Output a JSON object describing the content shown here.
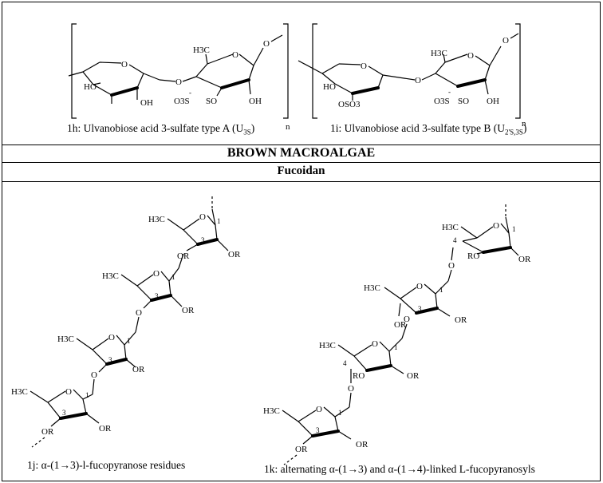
{
  "sections": {
    "brown_macroalgae": "BROWN MACROALGAE",
    "fucoidan": "Fucoidan"
  },
  "captions": {
    "h_prefix": "1h: Ulvanobiose acid 3-sulfate type A (U",
    "h_sub": "3S",
    "h_suffix": ")",
    "i_prefix": "1i: Ulvanobiose acid 3-sulfate type B (U",
    "i_sub": "2'S,3S",
    "i_suffix": ")",
    "j": "1j: α-(1→3)-l-fucopyranose residues",
    "k": "1k: alternating α-(1→3) and α-(1→4)-linked L-fucopyranosyls"
  },
  "atoms": {
    "O": "O",
    "HO": "HO",
    "OH": "OH",
    "n": "n",
    "H3C": "H3C",
    "O3S": "O3S",
    "SO": "SO",
    "OSO3": "OSO3",
    "OR": "OR",
    "RO": "RO",
    "one": "1",
    "three": "3",
    "four": "4",
    "minus": "-"
  }
}
